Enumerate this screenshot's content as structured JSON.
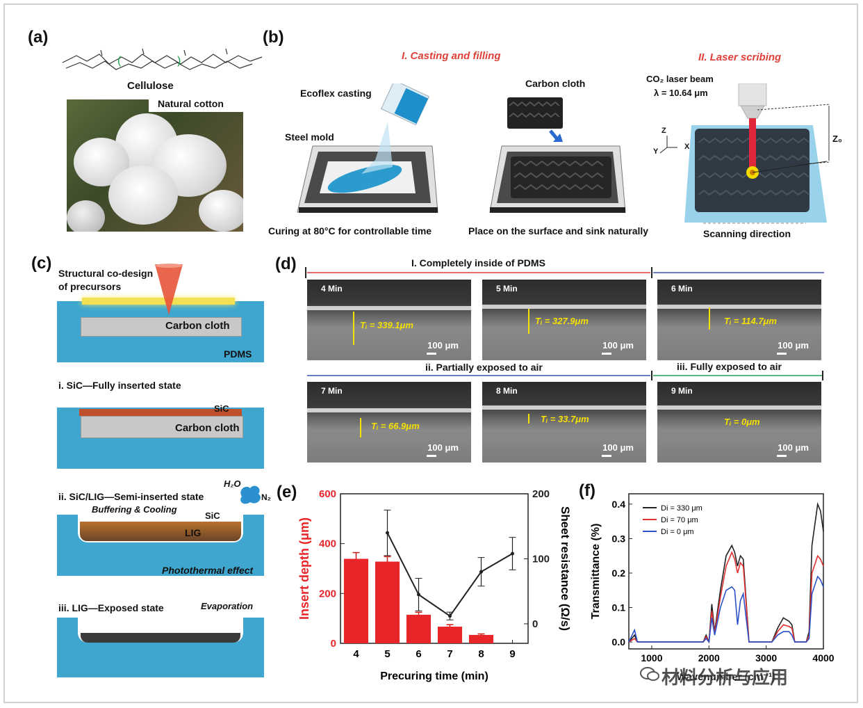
{
  "panels": {
    "a": "(a)",
    "b": "(b)",
    "c": "(c)",
    "d": "(d)",
    "e": "(e)",
    "f": "(f)"
  },
  "a": {
    "cellulose": "Cellulose",
    "cotton": "Natural cotton"
  },
  "b": {
    "stage1": "I. Casting and filling",
    "stage2": "II. Laser scribing",
    "ecoflex": "Ecoflex casting",
    "steel_mold": "Steel mold",
    "carbon_cloth": "Carbon cloth",
    "co2_laser": "CO₂ laser beam",
    "lambda": "λ = 10.64 μm",
    "curing": "Curing at 80°C for controllable time",
    "place": "Place on the surface and sink naturally",
    "scanning": "Scanning direction",
    "axis_z": "Z",
    "axis_y": "Y",
    "axis_x": "X",
    "z0": "Z₀"
  },
  "c": {
    "codesign1": "Structural co-design",
    "codesign2": "of precursors",
    "carbon_cloth": "Carbon cloth",
    "pdms": "PDMS",
    "state1": "i. SiC—Fully inserted state",
    "sic": "SiC",
    "state2": "ii. SiC/LIG—Semi-inserted state",
    "h2o": "H₂O",
    "n2": "N₂",
    "buffering": "Buffering & Cooling",
    "lig": "LIG",
    "photothermal": "Photothermal effect",
    "state3": "iii. LIG—Exposed state",
    "evaporation": "Evaporation"
  },
  "d": {
    "region1": "I. Completely inside of PDMS",
    "region2": "ii. Partially exposed to air",
    "region3": "iii. Fully exposed to air",
    "scale": "100 μm",
    "images": [
      {
        "time": "4 Min",
        "depth": "Tᵢ = 339.1μm"
      },
      {
        "time": "5 Min",
        "depth": "Tᵢ = 327.9μm"
      },
      {
        "time": "6 Min",
        "depth": "Tᵢ = 114.7μm"
      },
      {
        "time": "7 Min",
        "depth": "Tᵢ = 66.9μm"
      },
      {
        "time": "8 Min",
        "depth": "Tᵢ = 33.7μm"
      },
      {
        "time": "9 Min",
        "depth": "Tᵢ = 0μm"
      }
    ]
  },
  "watermark": "材料分析与应用",
  "chart_data": [
    {
      "id": "e",
      "type": "bar",
      "xlabel": "Precuring time (min)",
      "ylabel": "Insert depth (μm)",
      "y2label": "Sheet resistance (Ω/s)",
      "categories": [
        "4",
        "5",
        "6",
        "7",
        "8",
        "9"
      ],
      "ylim": [
        0,
        600
      ],
      "yticks": [
        0,
        200,
        400,
        600
      ],
      "y2lim": [
        -30,
        200
      ],
      "y2ticks": [
        0,
        100,
        200
      ],
      "bar_color": "#e8262a",
      "series": [
        {
          "kind": "bar",
          "values": [
            339.1,
            327.9,
            114.7,
            66.9,
            33.7,
            0
          ],
          "errors": [
            25,
            20,
            10,
            8,
            4,
            0
          ]
        },
        {
          "kind": "line",
          "x": [
            "5",
            "6",
            "7",
            "8",
            "9"
          ],
          "values": [
            140,
            45,
            12,
            80,
            108
          ],
          "errors": [
            35,
            25,
            6,
            22,
            25
          ]
        }
      ]
    },
    {
      "id": "f",
      "type": "line",
      "xlabel": "Wavenumber (cm⁻¹)",
      "ylabel": "Transmittance (%)",
      "xlim": [
        600,
        4000
      ],
      "xticks": [
        1000,
        2000,
        3000,
        4000
      ],
      "ylim": [
        -0.02,
        0.43
      ],
      "yticks": [
        0.0,
        0.1,
        0.2,
        0.3,
        0.4
      ],
      "series": [
        {
          "name": "Di = 330 μm",
          "color": "#222222",
          "x": [
            600,
            700,
            750,
            800,
            1000,
            1500,
            1800,
            1900,
            1950,
            2000,
            2050,
            2100,
            2200,
            2300,
            2400,
            2450,
            2500,
            2550,
            2600,
            2650,
            2700,
            2800,
            2900,
            3000,
            3100,
            3200,
            3300,
            3400,
            3450,
            3500,
            3600,
            3700,
            3750,
            3800,
            3900,
            3950,
            4000
          ],
          "y": [
            0.0,
            0.02,
            0.0,
            0.0,
            0.0,
            0.0,
            0.0,
            0.0,
            0.02,
            0.0,
            0.11,
            0.03,
            0.15,
            0.25,
            0.28,
            0.26,
            0.22,
            0.25,
            0.24,
            0.12,
            0.0,
            0.0,
            0.0,
            0.0,
            0.0,
            0.04,
            0.07,
            0.06,
            0.05,
            0.0,
            0.0,
            0.0,
            0.03,
            0.28,
            0.4,
            0.38,
            0.32
          ]
        },
        {
          "name": "Di = 70 μm",
          "color": "#e03030",
          "x": [
            600,
            700,
            750,
            800,
            1000,
            1500,
            1800,
            1900,
            1950,
            2000,
            2050,
            2100,
            2200,
            2300,
            2400,
            2450,
            2500,
            2550,
            2600,
            2650,
            2700,
            2800,
            2900,
            3000,
            3100,
            3200,
            3300,
            3400,
            3450,
            3500,
            3600,
            3700,
            3750,
            3800,
            3900,
            3950,
            4000
          ],
          "y": [
            0.0,
            0.01,
            0.0,
            0.0,
            0.0,
            0.0,
            0.0,
            0.0,
            0.015,
            0.0,
            0.09,
            0.025,
            0.13,
            0.22,
            0.26,
            0.24,
            0.2,
            0.23,
            0.22,
            0.11,
            0.0,
            0.0,
            0.0,
            0.0,
            0.0,
            0.03,
            0.05,
            0.045,
            0.04,
            0.0,
            0.0,
            0.0,
            0.02,
            0.2,
            0.25,
            0.24,
            0.22
          ]
        },
        {
          "name": "Di = 0 μm",
          "color": "#2a50c8",
          "x": [
            600,
            700,
            750,
            800,
            1000,
            1500,
            1800,
            1900,
            1950,
            2000,
            2050,
            2100,
            2200,
            2300,
            2400,
            2450,
            2500,
            2550,
            2600,
            2650,
            2700,
            2800,
            2900,
            3000,
            3100,
            3200,
            3300,
            3400,
            3450,
            3500,
            3600,
            3700,
            3750,
            3800,
            3900,
            3950,
            4000
          ],
          "y": [
            0.0,
            0.035,
            0.0,
            0.0,
            0.0,
            0.0,
            0.0,
            0.0,
            0.01,
            0.0,
            0.07,
            0.02,
            0.1,
            0.15,
            0.16,
            0.15,
            0.05,
            0.12,
            0.14,
            0.07,
            0.0,
            0.0,
            0.0,
            0.0,
            0.0,
            0.02,
            0.03,
            0.03,
            0.02,
            0.0,
            0.0,
            0.0,
            0.01,
            0.14,
            0.19,
            0.18,
            0.16
          ]
        }
      ]
    }
  ]
}
